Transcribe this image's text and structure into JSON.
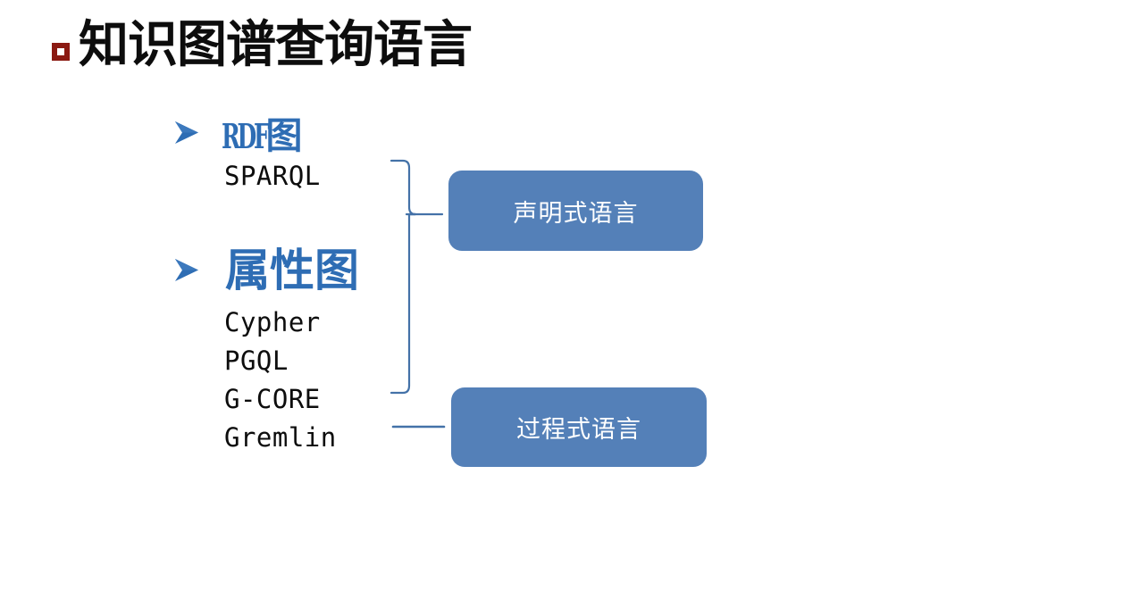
{
  "slide": {
    "background_color": "#ffffff",
    "title": {
      "text": "知识图谱查询语言",
      "bullet_icon": "square-outline-bullet",
      "bullet_color": "#8B1A12",
      "text_color": "#0d0d0d"
    },
    "accent_blue": "#2E6DB4",
    "box_blue": "#5480B8",
    "connector_blue": "#4472A8"
  },
  "sections": [
    {
      "id": "rdf",
      "bullet_icon": "arrow-bullet",
      "label_latin": "RDF",
      "label_cjk": "图",
      "label_full": "RDF图",
      "color": "#2E6DB4",
      "languages": [
        "SPARQL"
      ]
    },
    {
      "id": "property-graph",
      "bullet_icon": "arrow-bullet",
      "label_latin": "",
      "label_cjk": "属性图",
      "label_full": "属性图",
      "color": "#2E6DB4",
      "languages": [
        "Cypher",
        "PGQL",
        "G-CORE",
        "Gremlin"
      ]
    }
  ],
  "categories": [
    {
      "id": "declarative",
      "label": "声明式语言",
      "fill": "#5480B8",
      "text_color": "#ffffff",
      "connector": "brace",
      "covers": [
        "SPARQL",
        "Cypher",
        "PGQL",
        "G-CORE"
      ]
    },
    {
      "id": "procedural",
      "label": "过程式语言",
      "fill": "#5480B8",
      "text_color": "#ffffff",
      "connector": "line",
      "covers": [
        "Gremlin"
      ]
    }
  ]
}
